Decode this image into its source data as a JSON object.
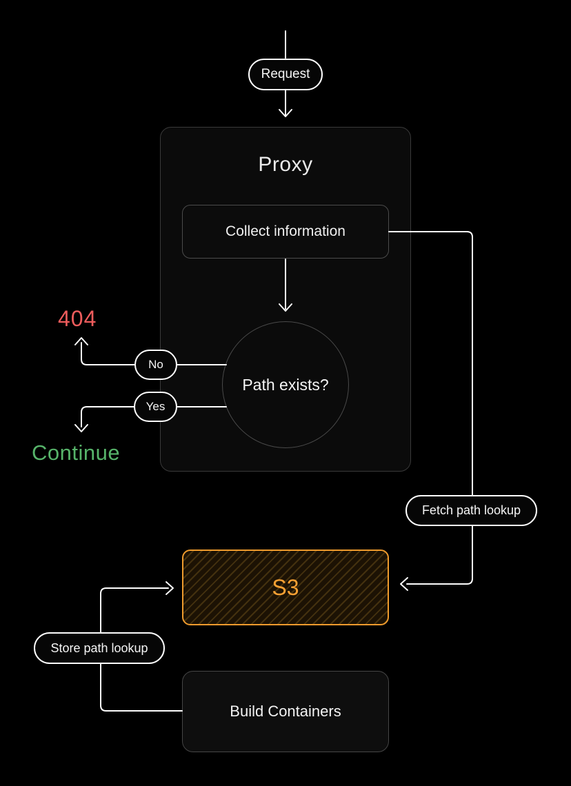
{
  "diagram": {
    "background": "#000000",
    "line_color": "#ffffff",
    "nodes": {
      "request": {
        "label": "Request"
      },
      "proxy": {
        "title": "Proxy"
      },
      "collect": {
        "label": "Collect information"
      },
      "decision": {
        "label": "Path exists?"
      },
      "branch_no": {
        "label": "No"
      },
      "branch_yes": {
        "label": "Yes"
      },
      "result_404": {
        "label": "404",
        "color": "#ee5c5c"
      },
      "result_continue": {
        "label": "Continue",
        "color": "#57b46a"
      },
      "fetch_lookup": {
        "label": "Fetch path lookup"
      },
      "s3": {
        "label": "S3",
        "accent": "#ef9b2d",
        "text_color": "#f7a033"
      },
      "store_lookup": {
        "label": "Store path lookup"
      },
      "build_containers": {
        "label": "Build Containers"
      }
    }
  }
}
